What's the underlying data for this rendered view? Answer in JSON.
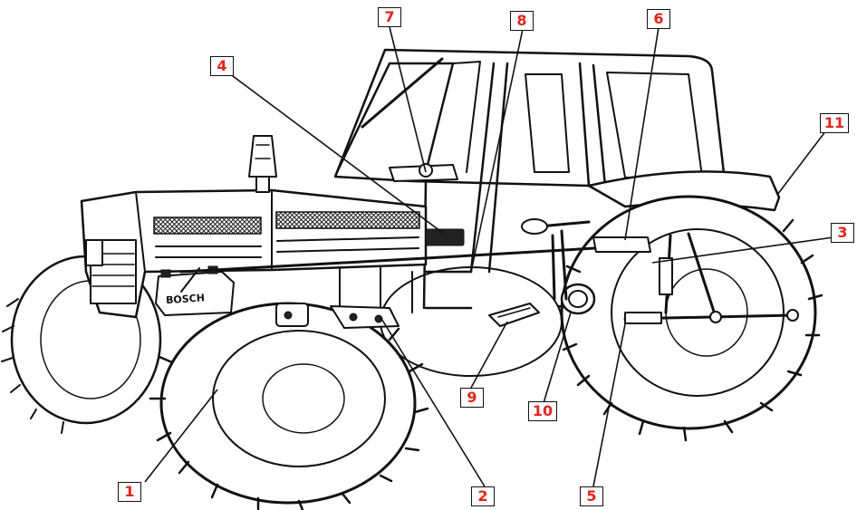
{
  "diagram": {
    "battery_brand": "BOSCH",
    "callouts": [
      {
        "id": "1",
        "label": "1"
      },
      {
        "id": "2",
        "label": "2"
      },
      {
        "id": "3",
        "label": "3"
      },
      {
        "id": "4",
        "label": "4"
      },
      {
        "id": "5",
        "label": "5"
      },
      {
        "id": "6",
        "label": "6"
      },
      {
        "id": "7",
        "label": "7"
      },
      {
        "id": "8",
        "label": "8"
      },
      {
        "id": "9",
        "label": "9"
      },
      {
        "id": "10",
        "label": "10"
      },
      {
        "id": "11",
        "label": "11"
      }
    ],
    "colors": {
      "callout_text": "#e0251b",
      "callout_border": "#111111",
      "line_art": "#111111",
      "background": "#ffffff"
    }
  }
}
